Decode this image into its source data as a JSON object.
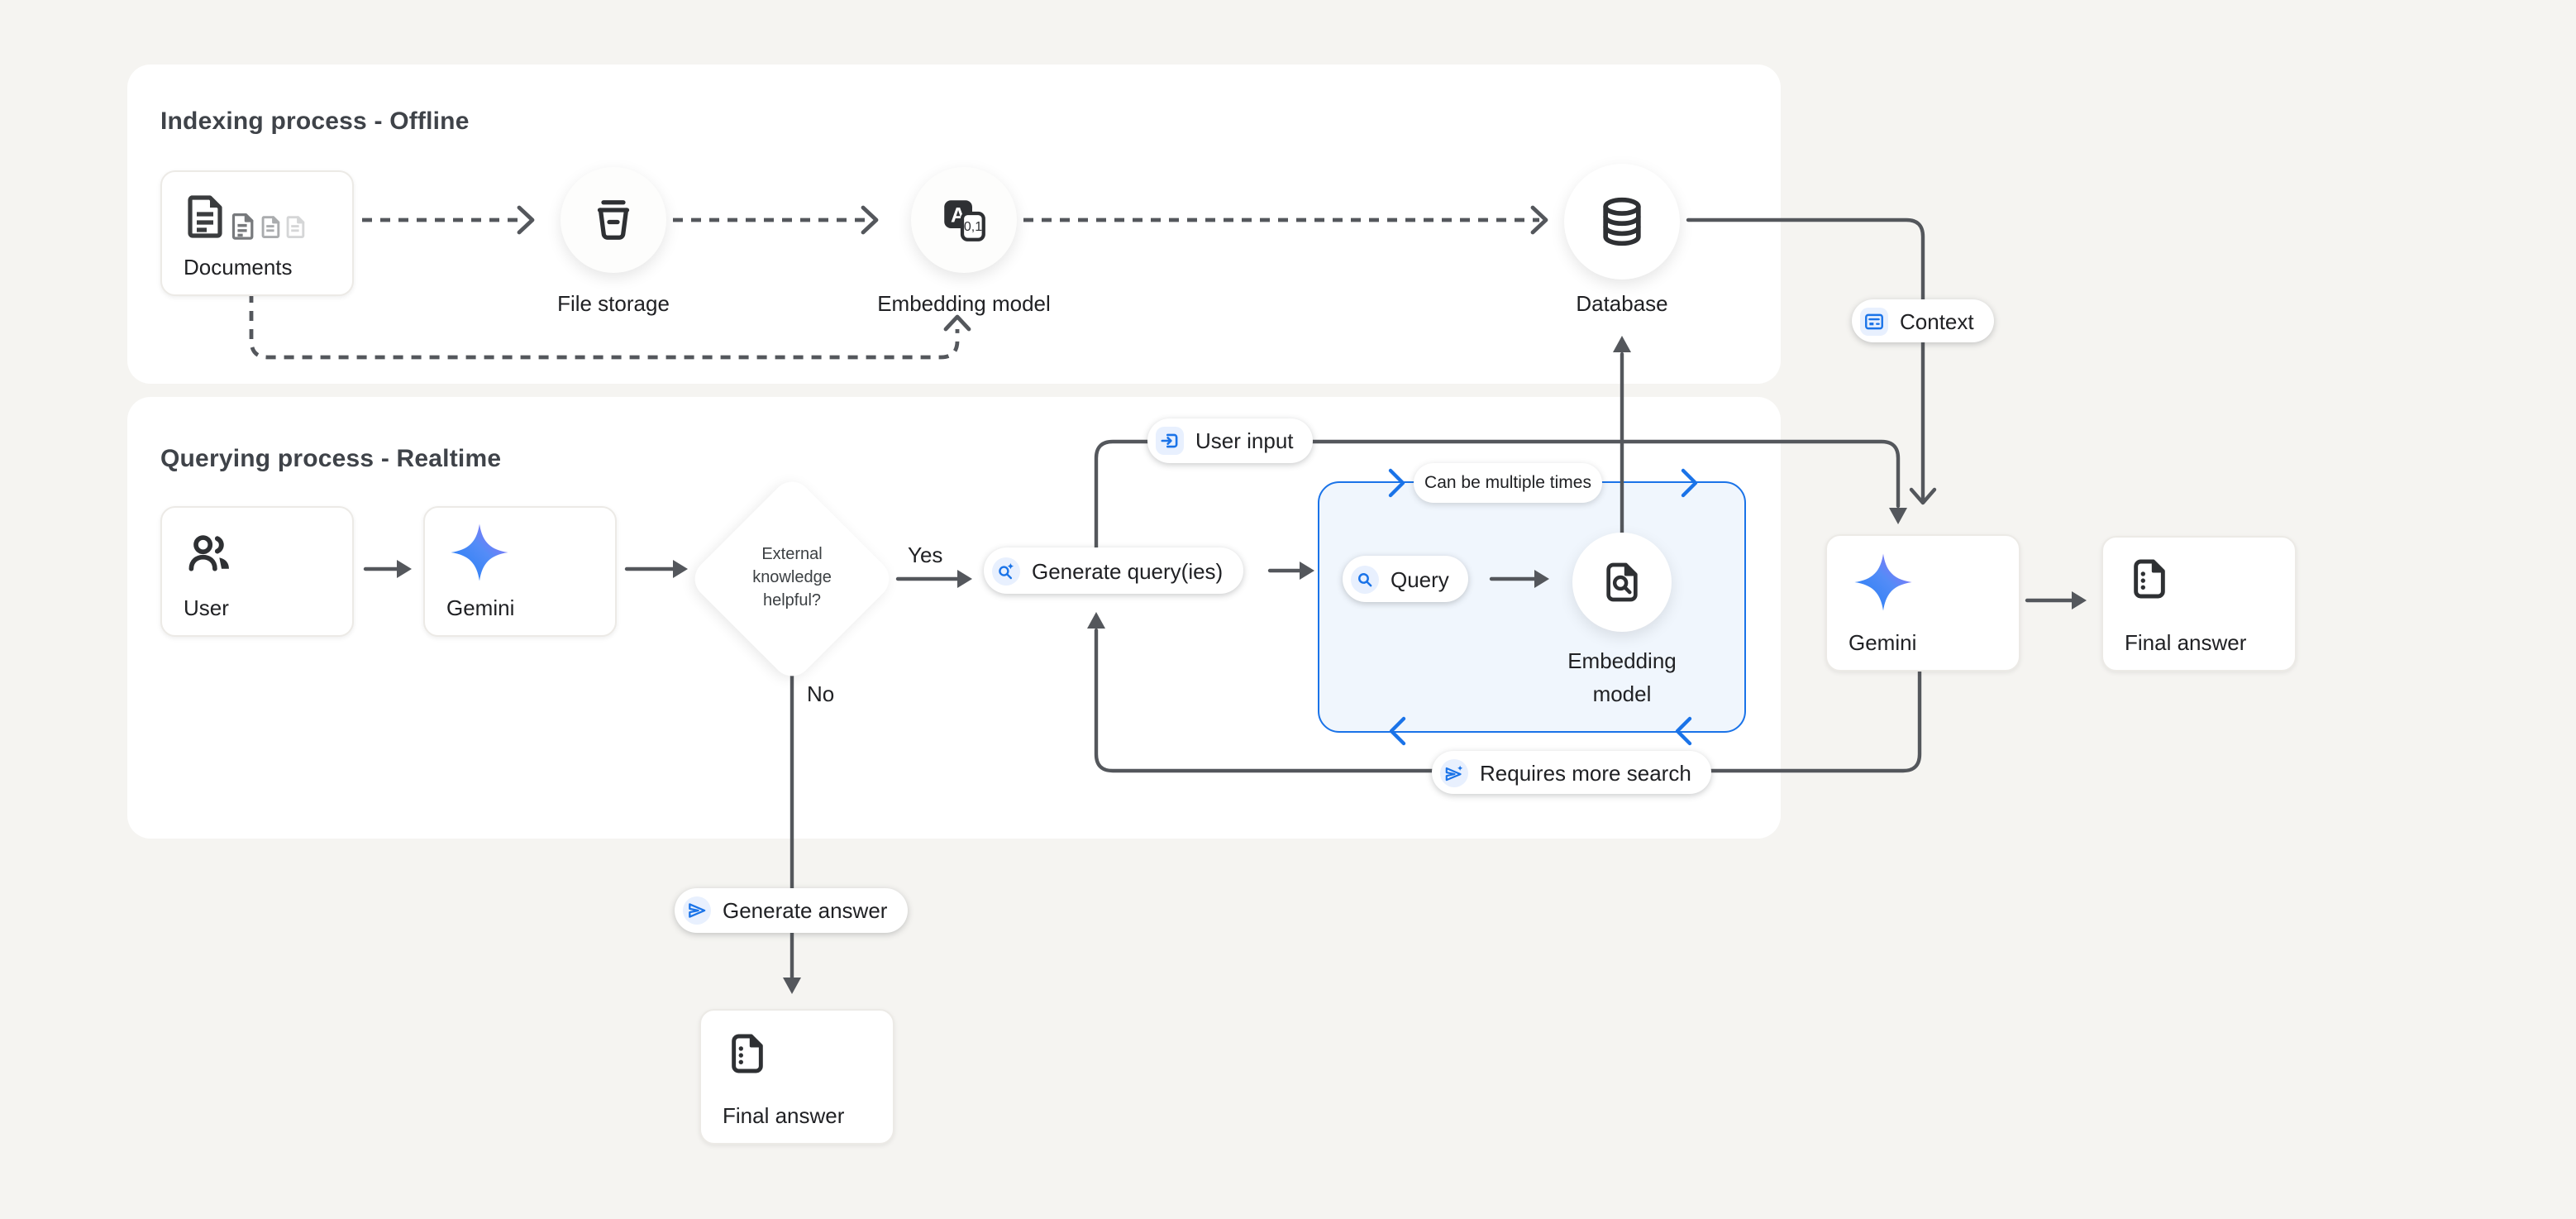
{
  "indexing": {
    "title": "Indexing process - Offline",
    "documents_label": "Documents",
    "file_storage_label": "File storage",
    "embedding_label": "Embedding model",
    "database_label": "Database"
  },
  "context_badge": "Context",
  "querying": {
    "title": "Querying process - Realtime",
    "user_label": "User",
    "gemini_label": "Gemini",
    "decision_line1": "External",
    "decision_line2": "knowledge",
    "decision_line3": "helpful?",
    "yes_label": "Yes",
    "no_label": "No",
    "generate_queries_badge": "Generate query(ies)",
    "user_input_badge": "User input",
    "loop_note": "Can be multiple times",
    "query_badge": "Query",
    "loop_embedding_line1": "Embedding",
    "loop_embedding_line2": "model",
    "requires_more_search_badge": "Requires more search",
    "generate_answer_badge": "Generate answer",
    "final_answer_label": "Final answer"
  },
  "output": {
    "gemini_label": "Gemini",
    "final_answer_label": "Final answer"
  },
  "colors": {
    "accent_blue": "#1a73e8",
    "chip_background": "#e8f0fe",
    "connector_gray": "#54575c",
    "page_background": "#f5f4f1",
    "panel_background": "#ffffff",
    "loop_panel_background": "#f0f6fd",
    "gemini_gradient_start": "#1f7cf5",
    "gemini_gradient_end": "#a06af8"
  }
}
